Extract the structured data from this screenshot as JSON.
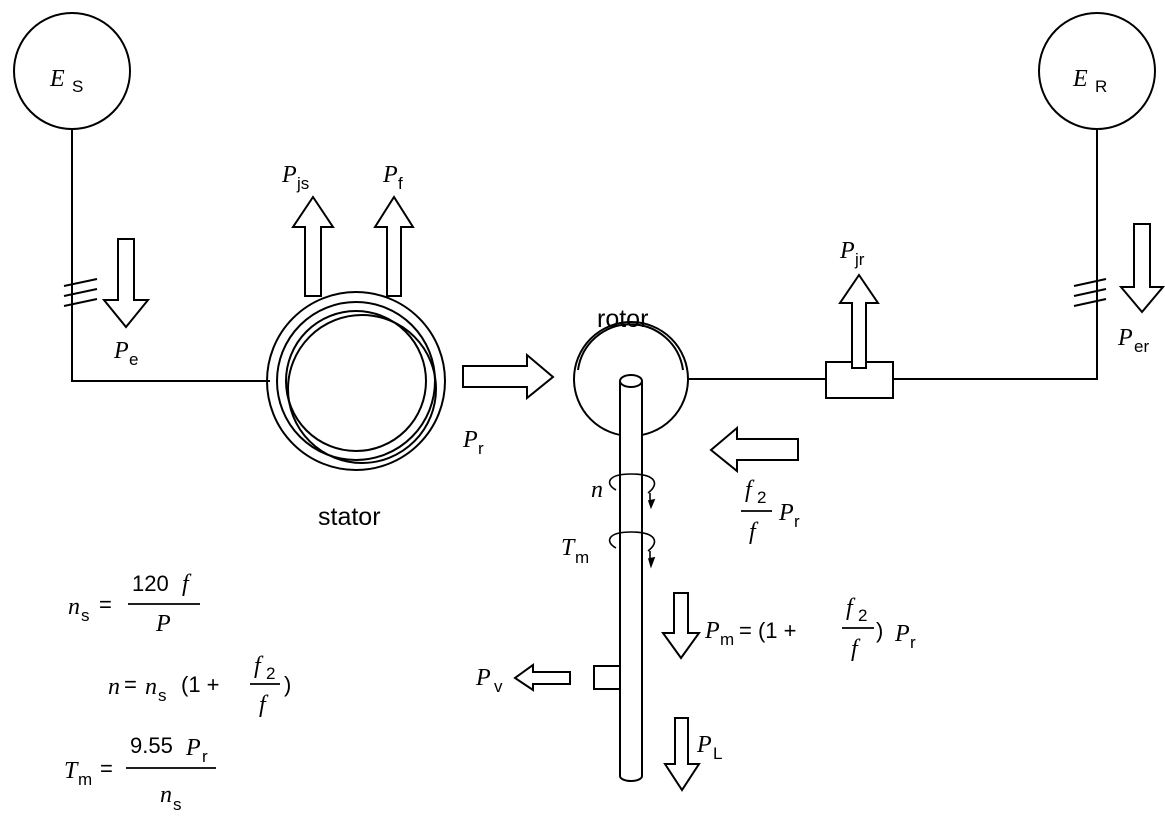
{
  "sources": {
    "stator_source": {
      "symbol": "E",
      "subscript": "S"
    },
    "rotor_source": {
      "symbol": "E",
      "subscript": "R"
    }
  },
  "machine": {
    "stator_label": "stator",
    "rotor_label": "rotor"
  },
  "power_flows": {
    "electrical_input": {
      "symbol": "P",
      "subscript": "e"
    },
    "stator_joule_loss": {
      "symbol": "P",
      "subscript": "js"
    },
    "iron_loss": {
      "symbol": "P",
      "subscript": "f"
    },
    "rotor_power": {
      "symbol": "P",
      "subscript": "r"
    },
    "rotor_joule_loss": {
      "symbol": "P",
      "subscript": "jr"
    },
    "rotor_electrical": {
      "symbol": "P",
      "subscript": "er"
    },
    "slip_power": {
      "num": "f",
      "num_sub": "2",
      "den": "f",
      "symbol": "P",
      "subscript": "r"
    },
    "mechanical_power": {
      "symbol": "P",
      "subscript": "m",
      "rhs_open": "= (1 +",
      "num": "f",
      "num_sub": "2",
      "den": "f",
      "rhs_close": ")",
      "rhs_symbol": "P",
      "rhs_subscript": "r"
    },
    "windage_loss": {
      "symbol": "P",
      "subscript": "v"
    },
    "load_power": {
      "symbol": "P",
      "subscript": "L"
    }
  },
  "shaft": {
    "speed": {
      "symbol": "n"
    },
    "torque": {
      "symbol": "T",
      "subscript": "m"
    }
  },
  "equations": {
    "sync_speed": {
      "lhs": "n",
      "lhs_sub": "s",
      "eq": "=",
      "num": "120",
      "num_var": "f",
      "den": "P"
    },
    "speed": {
      "lhs": "n",
      "rhs_var": "n",
      "rhs_sub": "s",
      "open": "= ",
      "paren": "(1 +",
      "num": "f",
      "num_sub": "2",
      "den": "f",
      "close": ")"
    },
    "torque": {
      "lhs": "T",
      "lhs_sub": "m",
      "eq": "=",
      "num_coef": "9.55",
      "num_var": "P",
      "num_sub": "r",
      "den": "n",
      "den_sub": "s"
    }
  }
}
